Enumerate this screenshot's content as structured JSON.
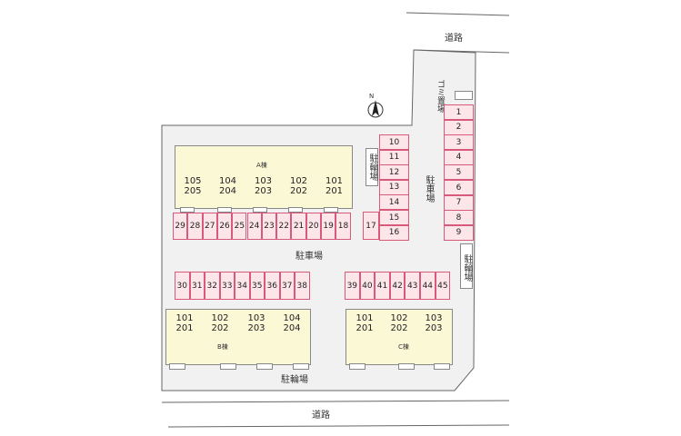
{
  "roads": {
    "top": "道路",
    "bottom": "道路"
  },
  "labels": {
    "parking_center": "駐車場",
    "parking_right": "駐車場",
    "bike_left": "駐輪場",
    "bike_right": "駐輪場",
    "bike_bottom": "駐輪場",
    "garbage": "ゴミ置場",
    "north": "N"
  },
  "buildings": {
    "A": {
      "name": "A棟",
      "units": [
        [
          "105",
          "205"
        ],
        [
          "104",
          "204"
        ],
        [
          "103",
          "203"
        ],
        [
          "102",
          "202"
        ],
        [
          "101",
          "201"
        ]
      ]
    },
    "B": {
      "name": "B棟",
      "units": [
        [
          "101",
          "201"
        ],
        [
          "102",
          "202"
        ],
        [
          "103",
          "203"
        ],
        [
          "104",
          "204"
        ]
      ]
    },
    "C": {
      "name": "C棟",
      "units": [
        [
          "101",
          "201"
        ],
        [
          "102",
          "202"
        ],
        [
          "103",
          "203"
        ]
      ]
    }
  },
  "parking": {
    "right_column": [
      "1",
      "2",
      "3",
      "4",
      "5",
      "6",
      "7",
      "8",
      "9"
    ],
    "middle_column": [
      "10",
      "11",
      "12",
      "13",
      "14",
      "15",
      "16"
    ],
    "single": "17",
    "row_a": [
      "29",
      "28",
      "27",
      "26",
      "25",
      "24",
      "23",
      "22",
      "21",
      "20",
      "19",
      "18"
    ],
    "row_b": [
      "30",
      "31",
      "32",
      "33",
      "34",
      "35",
      "36",
      "37",
      "38"
    ],
    "row_c": [
      "39",
      "40",
      "41",
      "42",
      "43",
      "44",
      "45"
    ]
  }
}
